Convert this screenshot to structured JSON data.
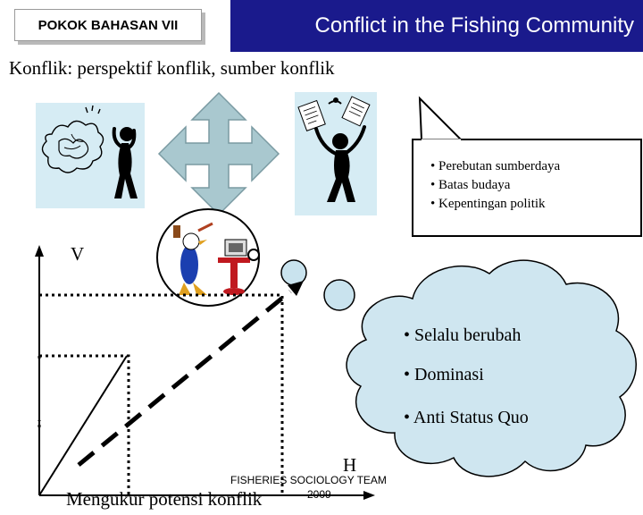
{
  "header": {
    "tag": "POKOK BAHASAN VII",
    "title": "Conflict in the Fishing Community"
  },
  "heading": "Konflik: perspektif konflik, sumber konflik",
  "callout": {
    "items": [
      "• Perebutan sumberdaya",
      "• Batas budaya",
      "• Kepentingan politik"
    ]
  },
  "cloud": {
    "items": [
      "• Selalu berubah",
      "• Dominasi",
      "• Anti  Status Quo"
    ]
  },
  "graph": {
    "y_label": "V",
    "x_label": "H"
  },
  "footer": {
    "team": "FISHERIES SOCIOLOGY TEAM",
    "year": "2009",
    "caption": "Mengukur potensi konflik"
  },
  "colors": {
    "banner": "#1a1a8c",
    "panel": "#d6ecf4",
    "arrow": "#a9c8cf",
    "cloud": "#cfe6f0"
  }
}
